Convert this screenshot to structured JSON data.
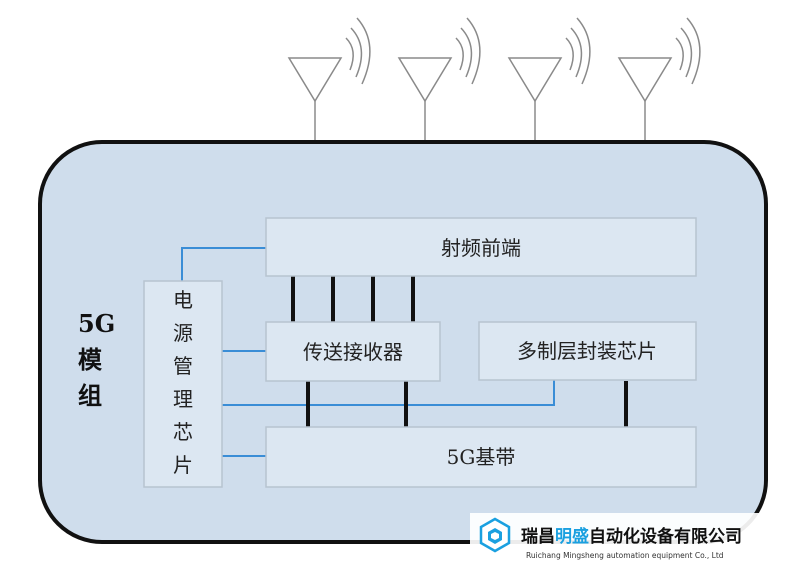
{
  "module": {
    "label_line1": "5G",
    "label_line2": "模",
    "label_line3": "组"
  },
  "blocks": {
    "rf_frontend": "射频前端",
    "power_mgmt": [
      "电",
      "源",
      "管",
      "理",
      "芯",
      "片"
    ],
    "transceiver": "传送接收器",
    "package_chip": "多制层封装芯片",
    "baseband": "5G基带"
  },
  "watermark": {
    "name_part1": "瑞昌",
    "name_highlight": "明盛",
    "name_part2": "自动化设备有限公司",
    "subtitle": "Ruichang Mingsheng automation equipment Co., Ltd"
  },
  "colors": {
    "module_fill": "#cfddec",
    "block_fill": "#dce7f2",
    "block_border": "#b7c4d0",
    "blue_line": "#3a8dd6",
    "black_line": "#111111",
    "highlight": "#1aa0e0"
  }
}
